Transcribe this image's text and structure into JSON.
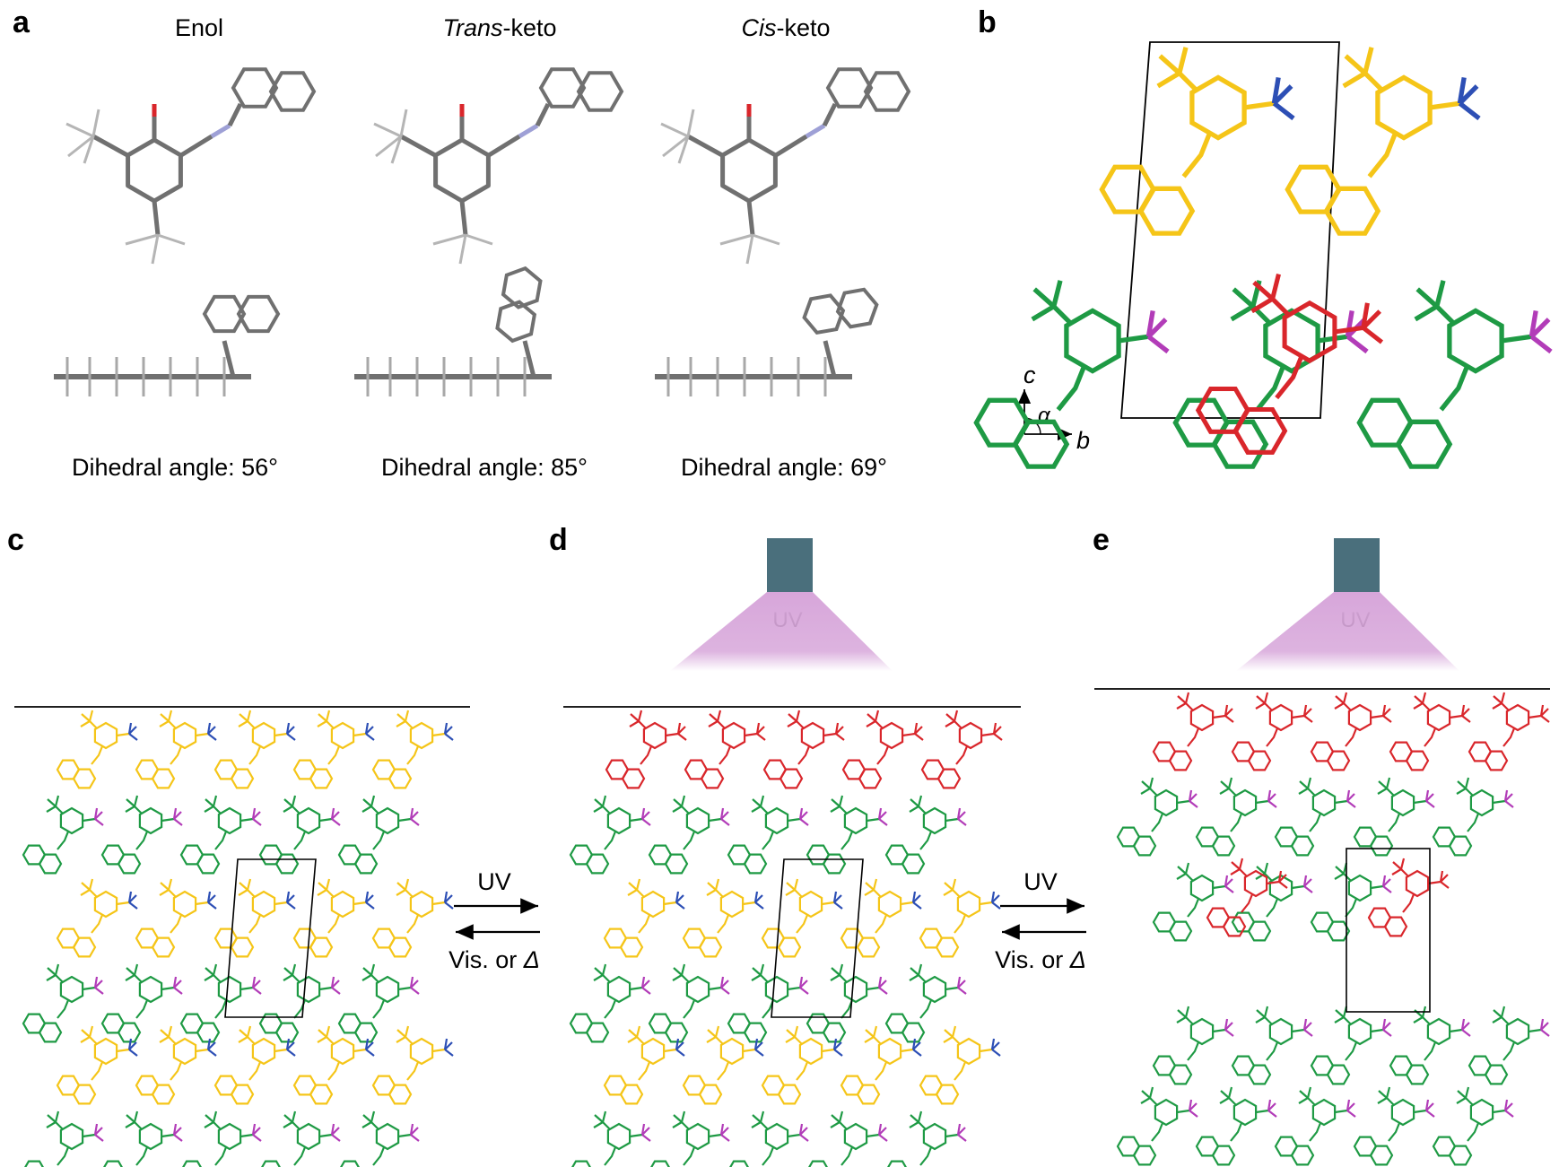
{
  "panels": {
    "a": {
      "letter": "a",
      "columns": [
        {
          "title_pre": "",
          "title_em": "",
          "title_main": "Enol",
          "angle_label": "Dihedral angle: 56°"
        },
        {
          "title_pre": "",
          "title_em": "Trans",
          "title_main": "-keto",
          "angle_label": "Dihedral angle: 85°"
        },
        {
          "title_pre": "",
          "title_em": "Cis",
          "title_main": "-keto",
          "angle_label": "Dihedral angle: 69°"
        }
      ]
    },
    "b": {
      "letter": "b",
      "axis_c": "c",
      "axis_alpha": "α",
      "axis_b": "b"
    },
    "c": {
      "letter": "c"
    },
    "d": {
      "letter": "d",
      "lamp_label": "UV"
    },
    "e": {
      "letter": "e",
      "lamp_label": "UV"
    }
  },
  "arrows": [
    {
      "forward": "UV",
      "backward_pre": "Vis. or ",
      "backward_symbol": "Δ"
    },
    {
      "forward": "UV",
      "backward_pre": "Vis. or ",
      "backward_symbol": "Δ"
    }
  ],
  "colors": {
    "enol_yellow": "#f5c518",
    "green": "#1e9a44",
    "keto_red": "#d9262b",
    "magenta": "#b23cb8",
    "blue": "#2d4fb5",
    "gray_bond": "#707070",
    "lamp": "#4a6f7c",
    "uv_beam": "#d7a6da"
  }
}
